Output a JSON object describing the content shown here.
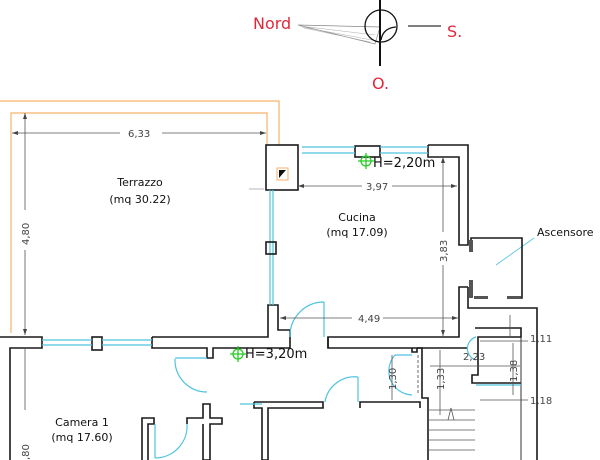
{
  "compass": {
    "north": "Nord",
    "south": "S.",
    "west": "O."
  },
  "rooms": [
    {
      "name": "Terrazzo",
      "area": "(mq 30.22)"
    },
    {
      "name": "Cucina",
      "area": "(mq 17.09)"
    },
    {
      "name": "Ascensore"
    },
    {
      "name": "Camera 1",
      "area": "(mq 17.60)"
    }
  ],
  "heights": [
    "H=2,20m",
    "H=3,20m"
  ],
  "dimensions": {
    "terrazzo_width": "6,33",
    "terrazzo_depth": "4,80",
    "cucina_width_top": "3,97",
    "cucina_depth": "3,83",
    "cucina_width_bottom": "4,49",
    "hall_1": "1,30",
    "hall_2": "1,33",
    "stair_width": "2,23",
    "stair_1": "1,11",
    "stair_2": "1,38",
    "stair_3": "1,18",
    "camera_depth": ",80"
  },
  "colors": {
    "wall": "#1a1a1a",
    "terrace": "#f6b26b",
    "window": "#4fc3e0",
    "compass_text": "#e0283c",
    "height_marker": "#22cc22"
  }
}
